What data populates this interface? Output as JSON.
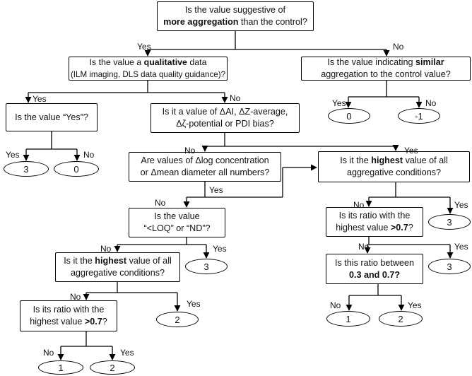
{
  "nodes": {
    "q1": {
      "l1a": "Is the value suggestive of",
      "l2b": "more aggregation",
      "l2c": " than the control?"
    },
    "q2": {
      "l1a": "Is the value a ",
      "l1b": "qualitative",
      "l1c": " data",
      "l2": "(ILM imaging, DLS data quality guidance)?"
    },
    "q3": {
      "l1a": "Is the value indicating ",
      "l1b": "similar",
      "l2": "aggregation to the control value?"
    },
    "q4": {
      "l1": "Is the value “Yes”?"
    },
    "q5": {
      "l1": "Is it a value of ΔAI, ΔZ-average,",
      "l2": "Δζ-potential or PDI bias?"
    },
    "q6": {
      "l1": "Are values of Δlog concentration",
      "l2": "or Δmean diameter all numbers?"
    },
    "q7": {
      "l1a": "Is it the ",
      "l1b": "highest",
      "l1c": " value of all",
      "l2": "aggregative conditions?"
    },
    "q8": {
      "l1": "Is the value",
      "l2": "“<LOQ” or “ND”?"
    },
    "q9": {
      "l1": "Is its ratio with the",
      "l2a": "highest value ",
      "l2b": ">0.7",
      "l2c": "?"
    },
    "q10": {
      "l1a": "Is it the ",
      "l1b": "highest",
      "l1c": " value of all",
      "l2": "aggregative conditions?"
    },
    "q11": {
      "l1": "Is this ratio between",
      "l2": "0.3 and 0.7?"
    },
    "q12": {
      "l1": "Is its ratio with the",
      "l2a": "highest value ",
      "l2b": ">0.7",
      "l2c": "?"
    }
  },
  "outcomes": {
    "o_sim_yes": "0",
    "o_sim_no": "-1",
    "o_yes_yes": "3",
    "o_yes_no": "0",
    "o_q8_yes": "3",
    "o_q10_yes": "2",
    "o_q12_no": "1",
    "o_q12_yes": "2",
    "o_q7_yes": "3",
    "o_q9_yes": "3",
    "o_q11_no": "1",
    "o_q11_yes": "2"
  },
  "labels": {
    "yes": "Yes",
    "no": "No"
  }
}
